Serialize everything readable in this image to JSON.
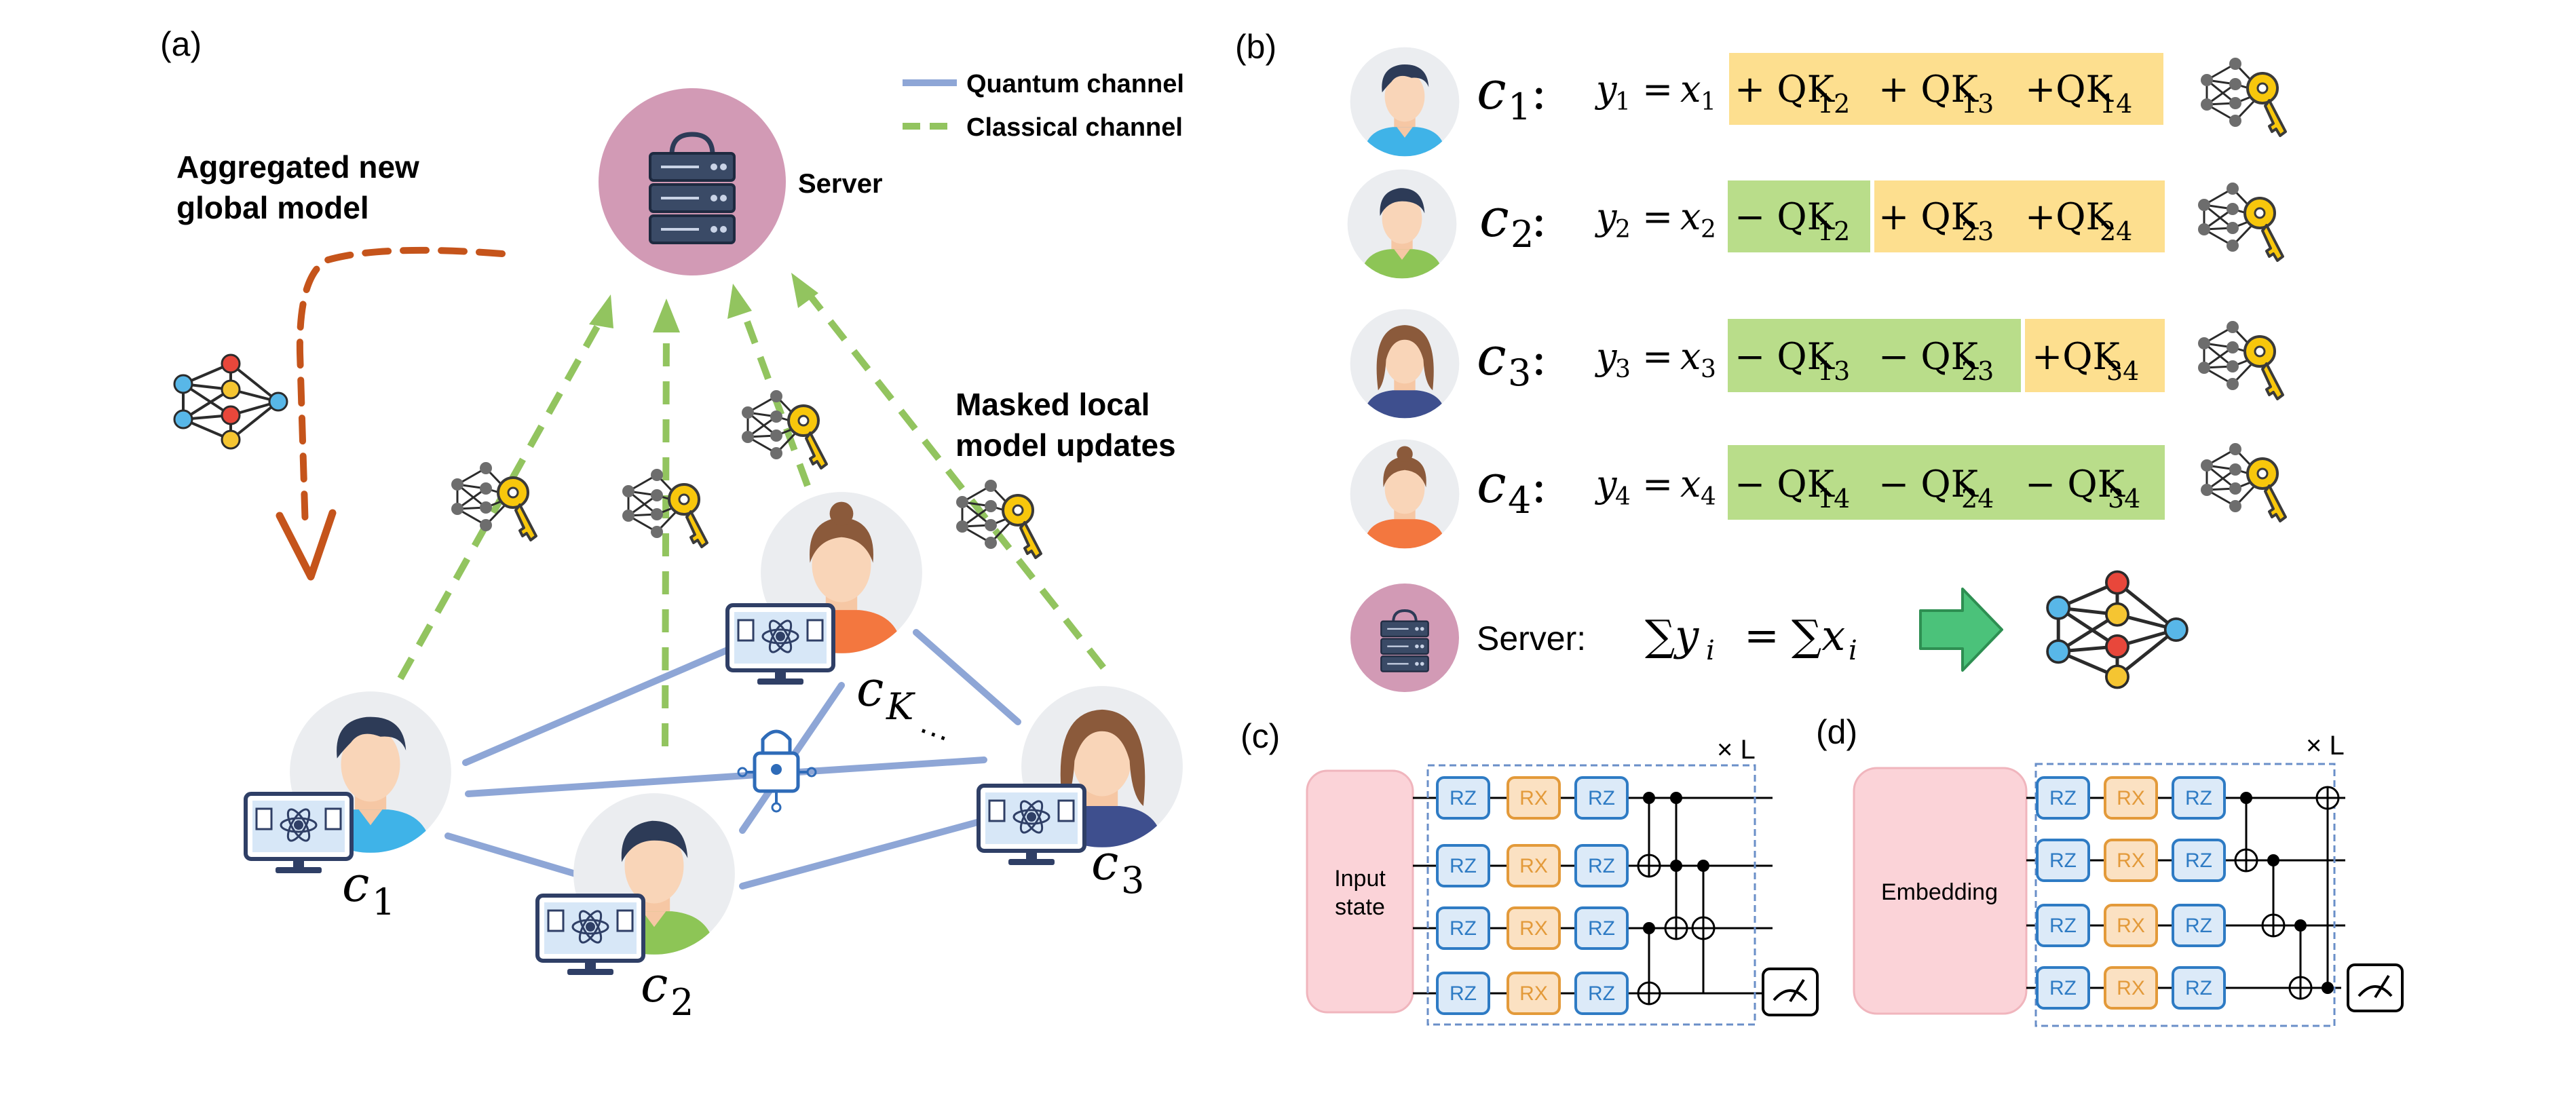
{
  "panels": {
    "a": "(a)",
    "b": "(b)",
    "c": "(c)",
    "d": "(d)"
  },
  "panel_a": {
    "legend": {
      "quantum": "Quantum channel",
      "classical": "Classical channel"
    },
    "server_label": "Server",
    "aggregated": [
      "Aggregated new",
      "global model"
    ],
    "masked": [
      "Masked local",
      "model updates"
    ],
    "clients": {
      "c1": "1",
      "c2": "2",
      "c3": "3",
      "cK": "K"
    },
    "client_letter": "c",
    "ellipsis": "…"
  },
  "panel_b": {
    "rows": [
      {
        "label_sub": "1",
        "lhs": "y",
        "lhs_sub": "1",
        "x_sub": "1",
        "terms": [
          "+ QK",
          "+ QK",
          "+QK"
        ],
        "term_subs": [
          "12",
          "13",
          "14"
        ]
      },
      {
        "label_sub": "2",
        "lhs": "y",
        "lhs_sub": "2",
        "x_sub": "2",
        "terms": [
          "− QK",
          "+ QK",
          "+QK"
        ],
        "term_subs": [
          "12",
          "23",
          "24"
        ]
      },
      {
        "label_sub": "3",
        "lhs": "y",
        "lhs_sub": "3",
        "x_sub": "3",
        "terms": [
          "− QK",
          "− QK",
          "+QK"
        ],
        "term_subs": [
          "13",
          "23",
          "34"
        ]
      },
      {
        "label_sub": "4",
        "lhs": "y",
        "lhs_sub": "4",
        "x_sub": "4",
        "terms": [
          "− QK",
          "− QK",
          "− QK"
        ],
        "term_subs": [
          "14",
          "24",
          "34"
        ]
      }
    ],
    "server_label": "Server:",
    "sum_lhs": "∑y",
    "sum_rhs": "∑x",
    "sum_sub": "i",
    "colors": {
      "green": "#b9dd8a",
      "yellow": "#fddf8f"
    }
  },
  "panel_c": {
    "input": [
      "Input",
      "state"
    ],
    "gates": [
      "RZ",
      "RX",
      "RZ"
    ],
    "repeat": "× L"
  },
  "panel_d": {
    "input": "Embedding",
    "gates": [
      "RZ",
      "RX",
      "RZ"
    ],
    "repeat": "× L"
  },
  "colors": {
    "quantum_channel": "#8ea6d6",
    "classical_channel": "#92c45f",
    "aggregate_arrow": "#c5541b",
    "server_circle": "#d29ab5",
    "gate_blue": "#2e7bc4",
    "gate_orange": "#e39a3a",
    "input_box": "#fbd3d8"
  }
}
